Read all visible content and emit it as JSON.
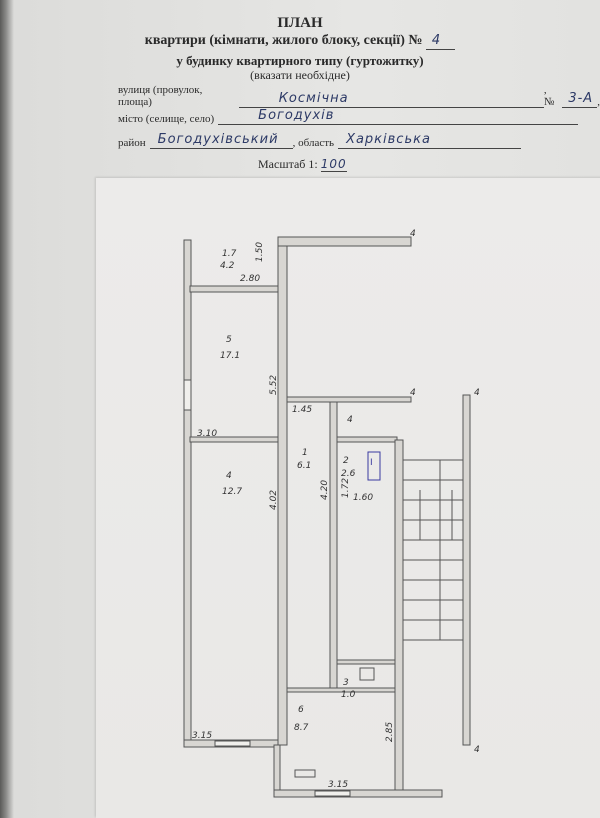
{
  "header": {
    "title": "ПЛАН",
    "line1_prefix": "квартири (кімнати, жилого блоку, секції) №",
    "apartment_no": "4",
    "line2": "у будинку квартирного типу (гуртожитку)",
    "line3": "(вказати необхідне)"
  },
  "address": {
    "street_label": "вулиця (провулок, площа)",
    "street": "Космічна",
    "house_label": ", №",
    "house": "3-А",
    "city_label": "місто (селище, село)",
    "city": "Богодухів",
    "district_label": "район",
    "district": "Богодухівський",
    "region_label": ", область",
    "region": "Харківська",
    "scale_label": "Масштаб 1:",
    "scale": "100"
  },
  "plan": {
    "rooms": [
      {
        "no": "1.7",
        "area": "4.2"
      },
      {
        "no": "5",
        "area": "17.1"
      },
      {
        "no": "4",
        "area": "12.7"
      },
      {
        "no": "1",
        "area": "6.1"
      },
      {
        "no": "2",
        "area": "2.6"
      },
      {
        "no": "3",
        "area": "1.0"
      },
      {
        "no": "6",
        "area": "8.7"
      }
    ],
    "dims": [
      "1.50",
      "2.80",
      "5.52",
      "1.45",
      "3.10",
      "4.02",
      "4.20",
      "1.72",
      "1.60",
      "2.85",
      "3.15",
      "3.15"
    ],
    "marks": [
      "4",
      "4",
      "4",
      "4",
      "4",
      "I"
    ]
  }
}
